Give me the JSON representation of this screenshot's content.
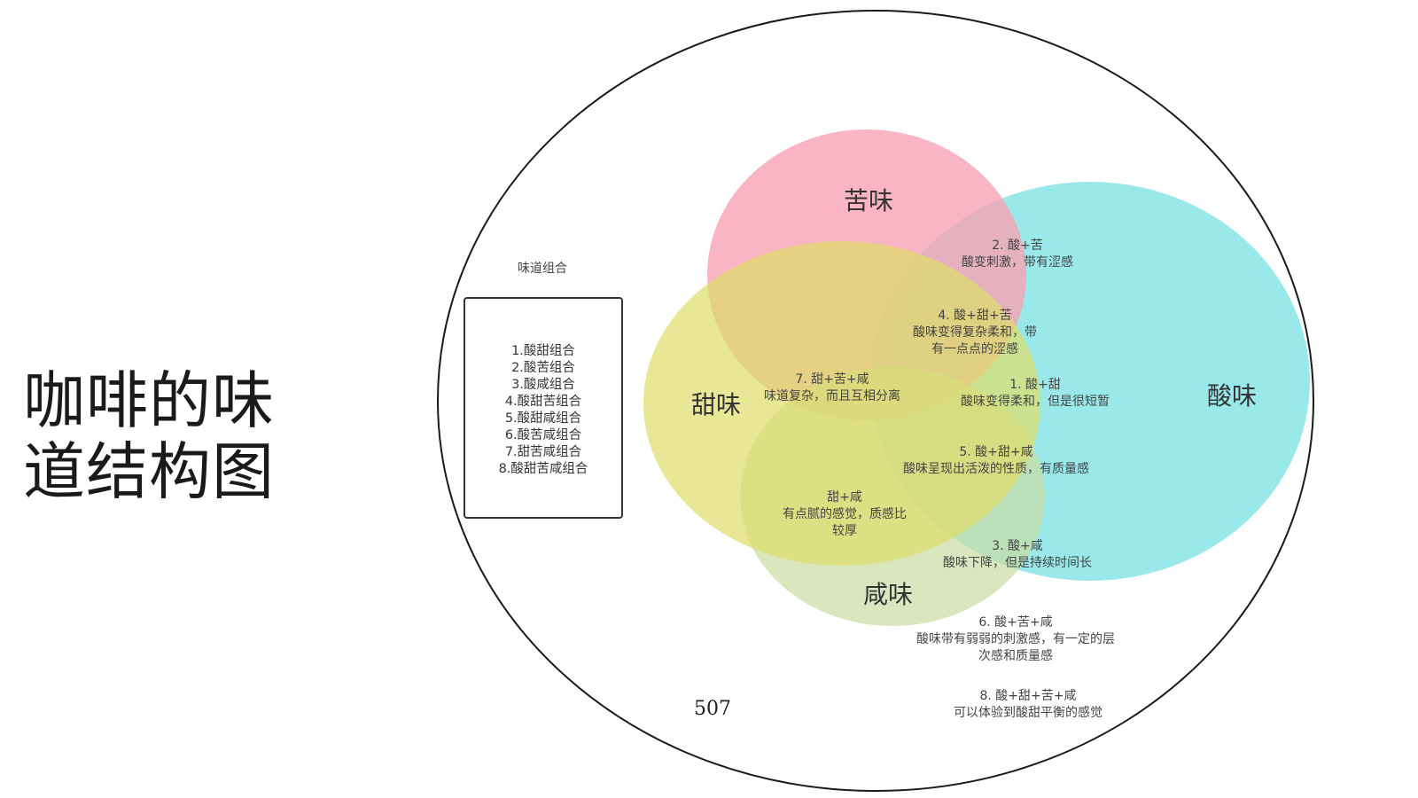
{
  "title_lines": [
    "咖啡的味",
    "道结构图"
  ],
  "legend": {
    "heading": "味道组合",
    "items": [
      "1.酸甜组合",
      "2.酸苦组合",
      "3.酸咸组合",
      "4.酸甜苦组合",
      "5.酸甜咸组合",
      "6.酸苦咸组合",
      "7.甜苦咸组合",
      "8.酸甜苦咸组合"
    ]
  },
  "tastes": {
    "bitter": {
      "label": "苦味",
      "color": "#f7a3b4"
    },
    "sour": {
      "label": "酸味",
      "color": "#7fe3e6"
    },
    "sweet": {
      "label": "甜味",
      "color": "#dedd68"
    },
    "salty": {
      "label": "咸味",
      "color": "#c9dca3"
    }
  },
  "combos": {
    "c2": {
      "title": "2. 酸+苦",
      "lines": [
        "酸变刺激，带有涩感"
      ]
    },
    "c4": {
      "title": "4. 酸+甜+苦",
      "lines": [
        "酸味变得复杂柔和，带",
        "有一点点的涩感"
      ]
    },
    "c1": {
      "title": "1. 酸+甜",
      "lines": [
        "酸味变得柔和，但是很短暂"
      ]
    },
    "c7": {
      "title": "7. 甜+苦+咸",
      "lines": [
        "味道复杂，而且互相分离"
      ]
    },
    "c5": {
      "title": "5. 酸+甜+咸",
      "lines": [
        "酸味呈现出活泼的性质，有质量感"
      ]
    },
    "sweet_salty": {
      "title": "甜+咸",
      "lines": [
        "有点腻的感觉，质感比",
        "较厚"
      ]
    },
    "c3": {
      "title": "3. 酸+咸",
      "lines": [
        "酸味下降，但是持续时间长"
      ]
    },
    "c6": {
      "title": "6. 酸+苦+咸",
      "lines": [
        "酸味带有弱弱的刺激感，有一定的层",
        "次感和质量感"
      ]
    },
    "c8": {
      "title": "8. 酸+甜+苦+咸",
      "lines": [
        "可以体验到酸甜平衡的感觉"
      ]
    }
  },
  "page_number": "507"
}
